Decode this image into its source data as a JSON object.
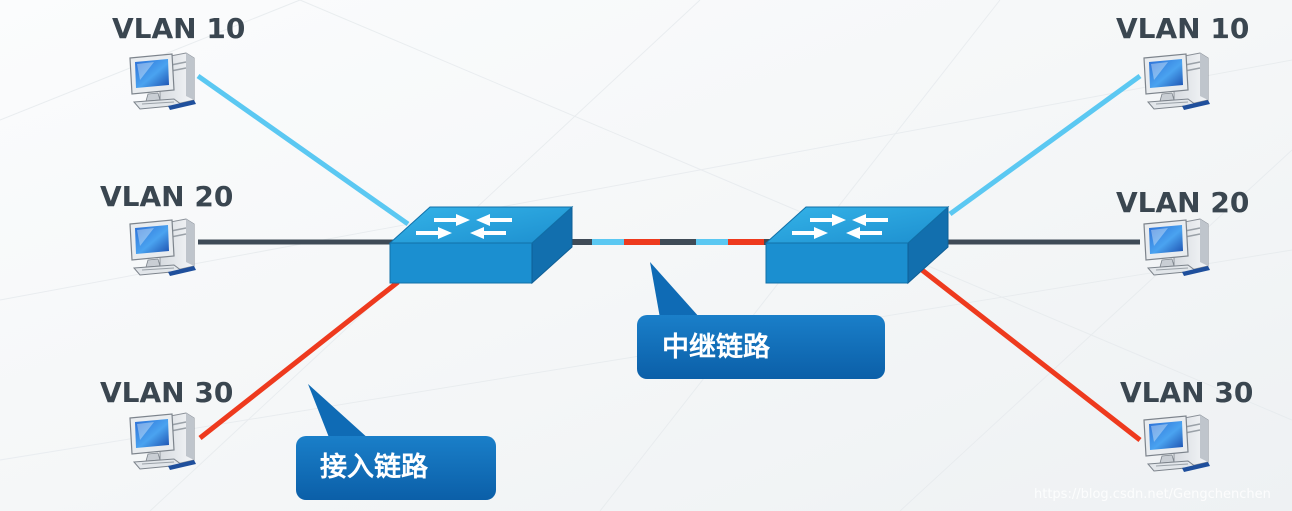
{
  "vlan_labels": {
    "left_top": "VLAN 10",
    "left_mid": "VLAN 20",
    "left_bottom": "VLAN 30",
    "right_top": "VLAN 10",
    "right_mid": "VLAN 20",
    "right_bottom": "VLAN 30"
  },
  "callouts": {
    "access_link": "接入链路",
    "trunk_link": "中继链路"
  },
  "watermark": "https://blog.csdn.net/Gengchenchen",
  "colors": {
    "vlan10": "#5bc8f2",
    "vlan20": "#3f4b57",
    "vlan30": "#ee3a1e",
    "switch_top": "#2aa6df",
    "callout": "#0f6bb5"
  },
  "icons": {
    "pc": "desktop-computer-icon",
    "switch": "switch-icon"
  }
}
